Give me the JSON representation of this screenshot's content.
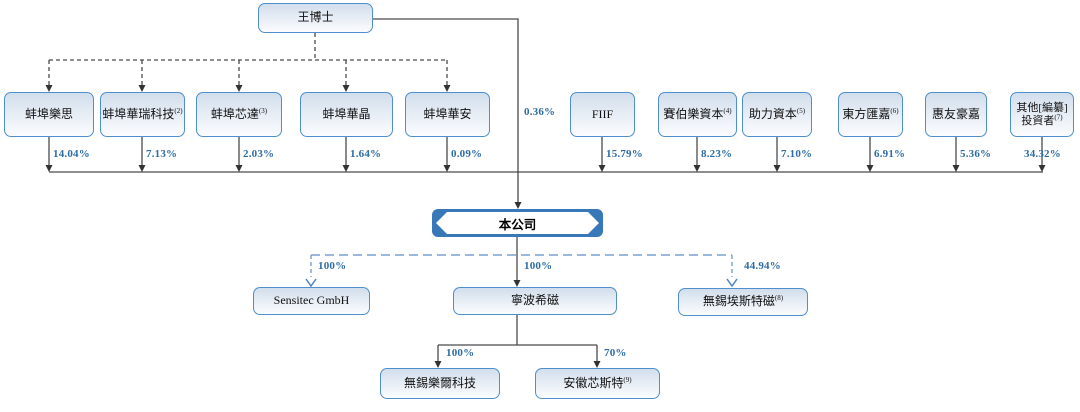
{
  "diagram": {
    "founder": {
      "label": "王博士",
      "direct_pct": "0.36%"
    },
    "shareholders": [
      {
        "label": "蚌埠樂思",
        "pct": "14.04%"
      },
      {
        "label": "蚌埠華瑞科技",
        "sup": "(2)",
        "pct": "7.13%"
      },
      {
        "label": "蚌埠芯達",
        "sup": "(3)",
        "pct": "2.03%"
      },
      {
        "label": "蚌埠華晶",
        "pct": "1.64%"
      },
      {
        "label": "蚌埠華安",
        "pct": "0.09%"
      },
      {
        "label": "FIIF",
        "pct": "15.79%"
      },
      {
        "label": "賽伯樂資本",
        "sup": "(4)",
        "pct": "8.23%"
      },
      {
        "label": "助力資本",
        "sup": "(5)",
        "pct": "7.10%"
      },
      {
        "label": "東方匯嘉",
        "sup": "(6)",
        "pct": "6.91%"
      },
      {
        "label": "惠友豪嘉",
        "pct": "5.36%"
      },
      {
        "label": "其他[編纂]",
        "label2": "投資者",
        "sup": "(7)",
        "pct": "34.32%"
      }
    ],
    "company": {
      "label": "本公司"
    },
    "subsidiaries": [
      {
        "label": "Sensitec GmbH",
        "pct": "100%"
      },
      {
        "label": "寧波希磁",
        "pct": "100%"
      },
      {
        "label": "無錫埃斯特磁",
        "sup": "(8)",
        "pct": "44.94%"
      }
    ],
    "sub_subsidiaries": [
      {
        "label": "無錫樂爾科技",
        "pct": "100%"
      },
      {
        "label": "安徽芯斯特",
        "sup": "(9)",
        "pct": "70%"
      }
    ],
    "colors": {
      "box_border": "#4f8fce",
      "line": "#4a4a4a",
      "pct_text": "#2e6da4",
      "dashed_blue": "#7aa1cd",
      "company_fill": "#3878b8"
    }
  }
}
